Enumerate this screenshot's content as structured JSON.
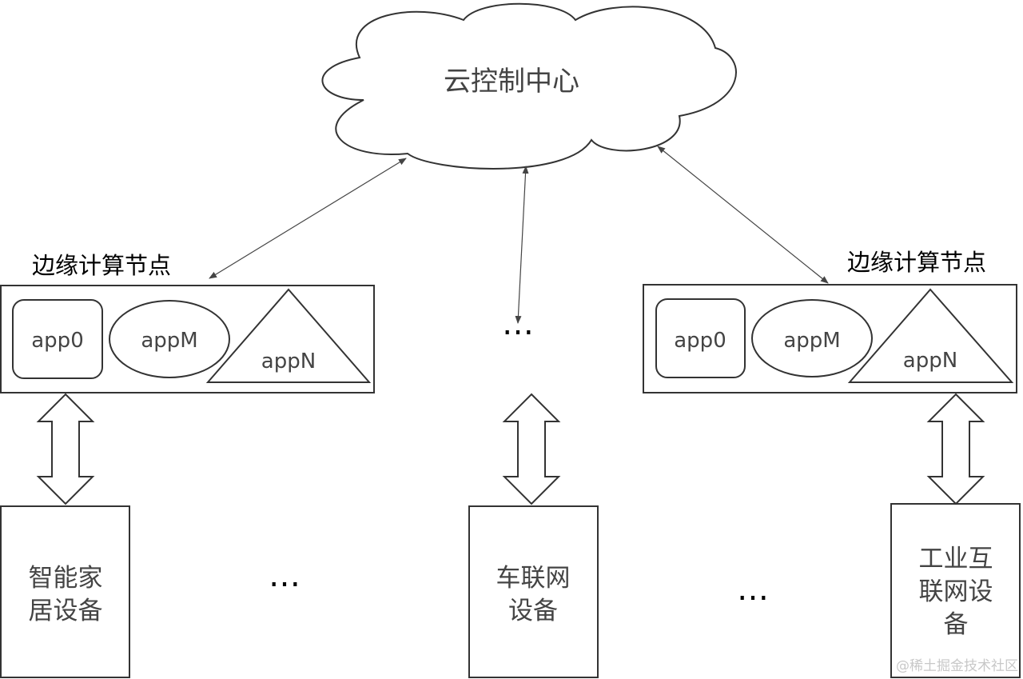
{
  "cloud": {
    "label": "云控制中心"
  },
  "edge_nodes": [
    {
      "title": "边缘计算节点",
      "apps": [
        "app0",
        "appM",
        "appN"
      ]
    },
    {
      "title": "边缘计算节点",
      "apps": [
        "app0",
        "appM",
        "appN"
      ]
    }
  ],
  "ellipsis": "…",
  "devices": [
    {
      "lines": [
        "智能家",
        "居设备"
      ]
    },
    {
      "lines": [
        "车联网",
        "设备"
      ]
    },
    {
      "lines": [
        "工业互",
        "联网设",
        "备"
      ]
    }
  ],
  "watermark": "@稀土掘金技术社区"
}
